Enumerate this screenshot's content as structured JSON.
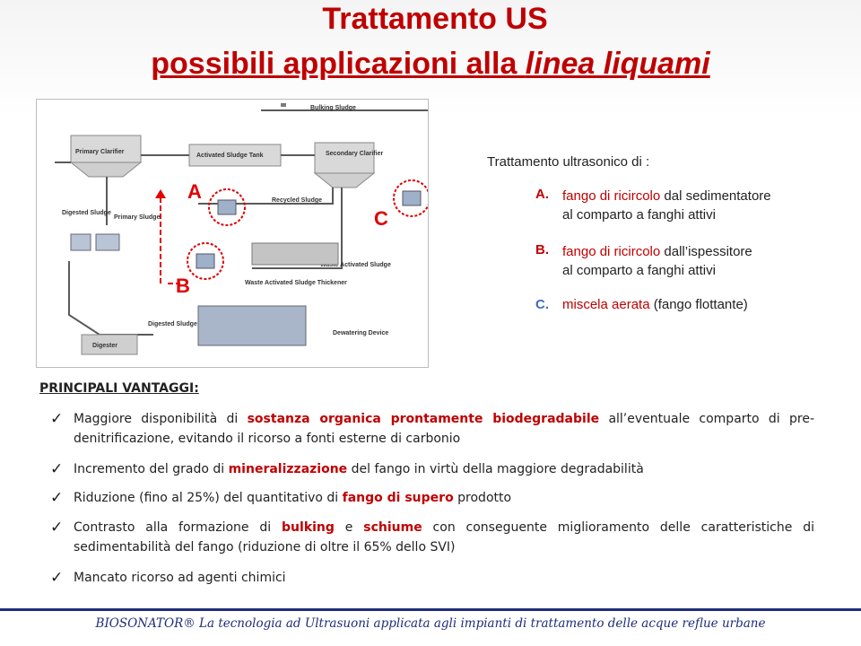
{
  "title": {
    "line1": "Trattamento US",
    "line2_a": "possibili applicazioni alla ",
    "line2_b": "linea liquami"
  },
  "diagram": {
    "labels": {
      "bulking": "Bulking Sludge",
      "primary_clarifier": "Primary Clarifier",
      "activated_tank": "Activated Sludge Tank",
      "secondary_clarifier": "Secondary Clarifier",
      "recycled": "Recycled Sludge",
      "digested_sludge_left": "Digested Sludge",
      "primary_sludge": "Primary Sludge",
      "waste_activated": "Waste Activated Sludge",
      "thickener": "Waste Activated Sludge Thickener",
      "digested_sludge": "Digested Sludge",
      "digester": "Digester",
      "dewatering": "Dewatering Device"
    },
    "letters": {
      "a": "A",
      "b": "B",
      "c": "C"
    },
    "colors": {
      "marker": "#e00000",
      "frame": "#bcbcbc",
      "pipe": "#5a5a5a"
    }
  },
  "right": {
    "heading": "Trattamento ultrasonico di :",
    "items": [
      {
        "letter": "A.",
        "red": "fango di ricircolo",
        "line1_rest": " dal sedimentatore",
        "line2": "al comparto a fanghi attivi"
      },
      {
        "letter": "B.",
        "red": "fango di ricircolo",
        "line1_rest": " dall’ispessitore",
        "line2": "al comparto a fanghi attivi"
      },
      {
        "letter": "C.",
        "red": "miscela aerata",
        "line1_rest": " (fango flottante)",
        "line2": ""
      }
    ]
  },
  "vantaggi": {
    "title": "PRINCIPALI VANTAGGI:",
    "items": [
      {
        "p1": "Maggiore disponibilità di ",
        "r1": "sostanza organica prontamente biodegradabile",
        "p2": " all’eventuale comparto di pre-denitrificazione, evitando il ricorso a fonti esterne di carbonio",
        "r2": "",
        "p3": ""
      },
      {
        "p1": "Incremento del grado di ",
        "r1": "mineralizzazione",
        "p2": " del fango in virtù della maggiore degradabilità",
        "r2": "",
        "p3": ""
      },
      {
        "p1": "Riduzione (fino al 25%) del quantitativo di ",
        "r1": "fango di supero",
        "p2": " prodotto",
        "r2": "",
        "p3": ""
      },
      {
        "p1": "Contrasto alla formazione di ",
        "r1": "bulking",
        "p2": " e ",
        "r2": "schiume",
        "p3": " con conseguente miglioramento delle caratteristiche di sedimentabilità del fango (riduzione di oltre il 65% dello SVI)"
      },
      {
        "p1": "Mancato ricorso ad agenti chimici",
        "r1": "",
        "p2": "",
        "r2": "",
        "p3": ""
      }
    ]
  },
  "footer": {
    "text": "BIOSONATOR®    La tecnologia ad Ultrasuoni applicata agli impianti di trattamento delle acque reflue urbane"
  }
}
